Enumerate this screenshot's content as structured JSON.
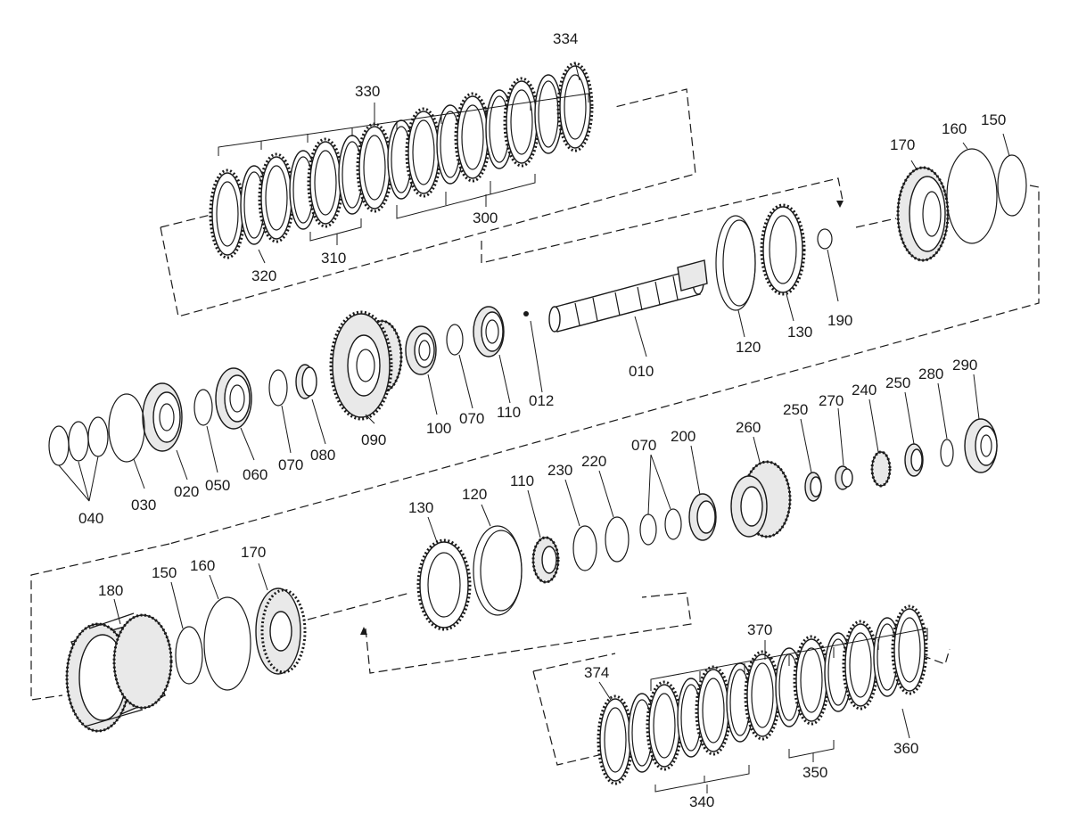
{
  "labels": {
    "p334": "334",
    "p330": "330",
    "p300": "300",
    "p310": "310",
    "p320": "320",
    "p170a": "170",
    "p160a": "160",
    "p150a": "150",
    "p120a": "120",
    "p130a": "130",
    "p190": "190",
    "p010": "010",
    "p012": "012",
    "p110a": "110",
    "p070a": "070",
    "p100": "100",
    "p090": "090",
    "p080": "080",
    "p070b": "070",
    "p060": "060",
    "p050": "050",
    "p020": "020",
    "p030": "030",
    "p040": "040",
    "p290": "290",
    "p280": "280",
    "p250a": "250",
    "p240": "240",
    "p270": "270",
    "p250b": "250",
    "p260": "260",
    "p200": "200",
    "p070c": "070",
    "p220": "220",
    "p230": "230",
    "p110b": "110",
    "p120b": "120",
    "p130b": "130",
    "p170b": "170",
    "p160b": "160",
    "p150b": "150",
    "p180": "180",
    "p370": "370",
    "p374": "374",
    "p360": "360",
    "p350": "350",
    "p340": "340"
  }
}
